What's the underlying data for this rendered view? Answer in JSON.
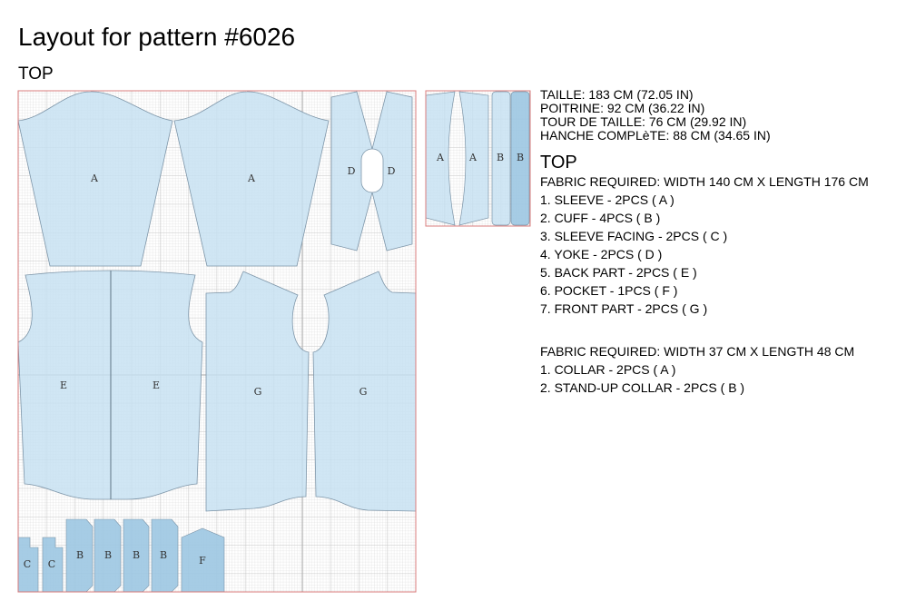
{
  "title": "Layout for pattern #6026",
  "section": "TOP",
  "measurements": [
    "TAILLE: 183 CM (72.05 IN)",
    "POITRINE: 92 CM (36.22 IN)",
    "TOUR DE TAILLE: 76 CM (29.92 IN)",
    "HANCHE COMPLèTE: 88 CM (34.65 IN)"
  ],
  "info_section": "TOP",
  "fabrics": [
    {
      "required": "FABRIC REQUIRED: WIDTH 140 CM X LENGTH 176 CM",
      "pieces": [
        "1. SLEEVE - 2PCS ( A )",
        "2. CUFF - 4PCS ( B )",
        "3. SLEEVE FACING - 2PCS ( C )",
        "4. YOKE - 2PCS ( D )",
        "5. BACK PART - 2PCS ( E )",
        "6. POCKET - 1PCS ( F )",
        "7. FRONT PART - 2PCS ( G )"
      ]
    },
    {
      "required": "FABRIC REQUIRED: WIDTH 37 CM X LENGTH 48 CM",
      "pieces": [
        "1. COLLAR - 2PCS ( A )",
        "2. STAND-UP COLLAR - 2PCS ( B )"
      ]
    }
  ],
  "piece_labels": {
    "A": "A",
    "B": "B",
    "C": "C",
    "D": "D",
    "E": "E",
    "F": "F",
    "G": "G"
  },
  "colors": {
    "piece": "#c6e0f1",
    "piece_dark": "#9cc6e2",
    "outline": "#7d95a8",
    "border": "#d97c7c"
  }
}
